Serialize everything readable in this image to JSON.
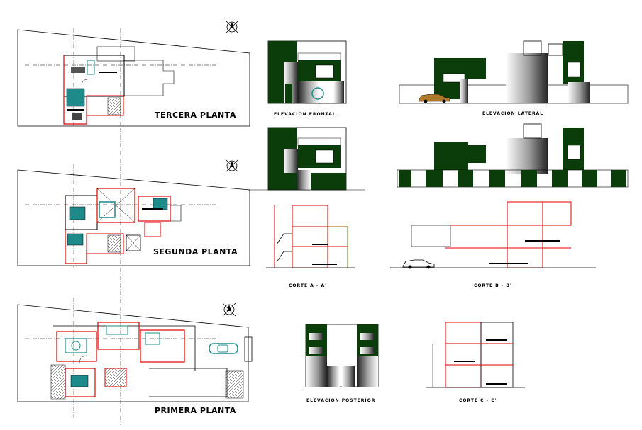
{
  "drawing": {
    "plans": {
      "third_floor_label": "TERCERA PLANTA",
      "second_floor_label": "SEGUNDA PLANTA",
      "first_floor_label": "PRIMERA PLANTA"
    },
    "elevations": {
      "front_label": "ELEVACION FRONTAL",
      "lateral_label": "ELEVACION LATERAL",
      "rear_label": "ELEVACION POSTERIOR"
    },
    "sections": {
      "a_label": "CORTE A - A'",
      "b_label": "CORTE B - B'",
      "c_label": "CORTE C - C'"
    },
    "icons": [
      "north-arrow-icon",
      "car-icon"
    ],
    "colors": {
      "wall_red": "#e00000",
      "facade_green": "#0a3d0a",
      "outline": "#000000",
      "accent_teal": "#1f8a8a",
      "wood_brown": "#b07a2a"
    }
  }
}
